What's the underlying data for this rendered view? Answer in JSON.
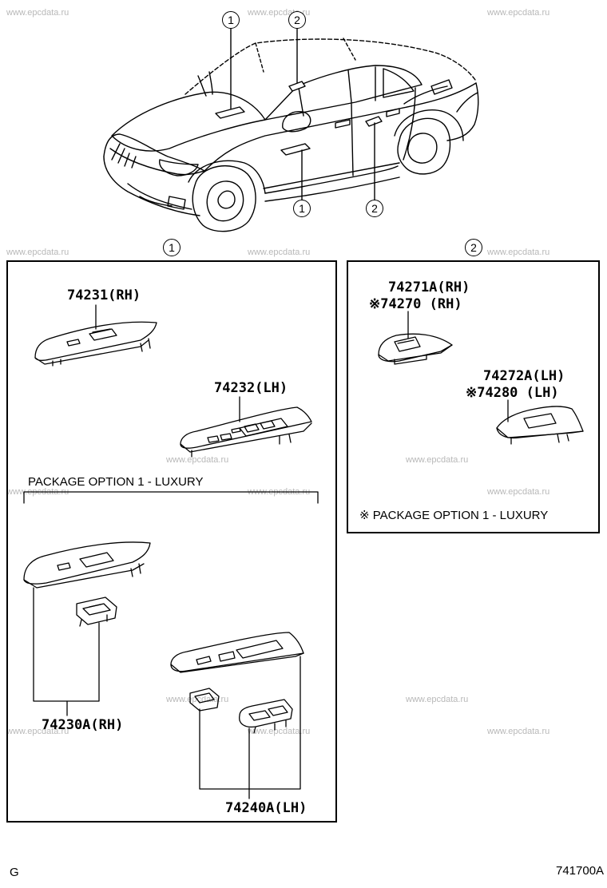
{
  "watermark": "www.epcdata.ru",
  "callouts": {
    "one": "1",
    "two": "2"
  },
  "panel1": {
    "p74231": "74231(RH)",
    "p74232": "74232(LH)",
    "package_label": "PACKAGE OPTION 1 - LUXURY",
    "p74230a": "74230A(RH)",
    "p74240a": "74240A(LH)"
  },
  "panel2": {
    "p74271a": "74271A(RH)",
    "p74270": "※74270  (RH)",
    "p74272a": "74272A(LH)",
    "p74280": "※74280  (LH)",
    "note": "※ PACKAGE OPTION 1 - LUXURY"
  },
  "footer": {
    "left": "G",
    "right": "741700A"
  }
}
